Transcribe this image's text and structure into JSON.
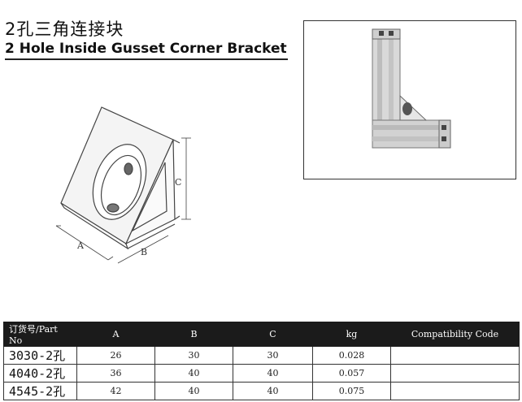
{
  "header": {
    "title_cn": "2孔三角连接块",
    "title_en": "2 Hole Inside Gusset Corner Bracket"
  },
  "drawing": {
    "dim_a": "A",
    "dim_b": "B",
    "dim_c": "C"
  },
  "spec_table": {
    "columns": [
      "订货号/Part No",
      "A",
      "B",
      "C",
      "kg",
      "Compatibility Code"
    ],
    "rows": [
      {
        "part_no": "3030-2孔",
        "a": "26",
        "b": "30",
        "c": "30",
        "kg": "0.028",
        "compat": ""
      },
      {
        "part_no": "4040-2孔",
        "a": "36",
        "b": "40",
        "c": "40",
        "kg": "0.057",
        "compat": ""
      },
      {
        "part_no": "4545-2孔",
        "a": "42",
        "b": "40",
        "c": "40",
        "kg": "0.075",
        "compat": ""
      }
    ]
  }
}
